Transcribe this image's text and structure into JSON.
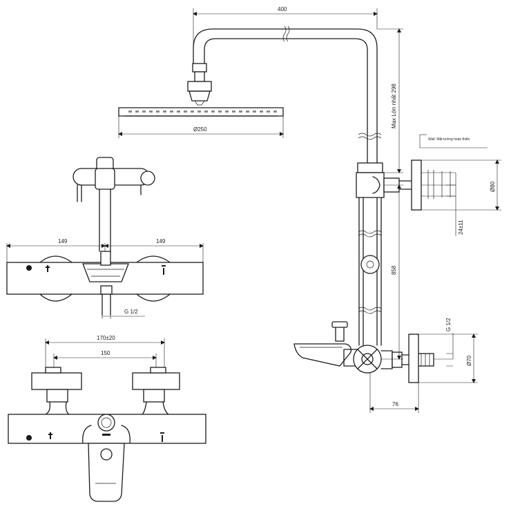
{
  "dimensions": {
    "top_width": "400",
    "shower_head_diameter": "Ø250",
    "max_height": "Max Lớn nhất 298",
    "wall_note": "Wall: Mặt tường hoàn thiện",
    "bracket_diameter": "Ø80",
    "bracket_offset": "24±11",
    "riser_height": "858",
    "thread_right": "G 1/2",
    "valve_diameter": "Ø70",
    "wall_distance": "76",
    "left_spacing_a": "149",
    "left_spacing_b": "149",
    "thread_left": "G 1/2",
    "inlet_centres": "170±20",
    "inlet_spacing": "150"
  }
}
